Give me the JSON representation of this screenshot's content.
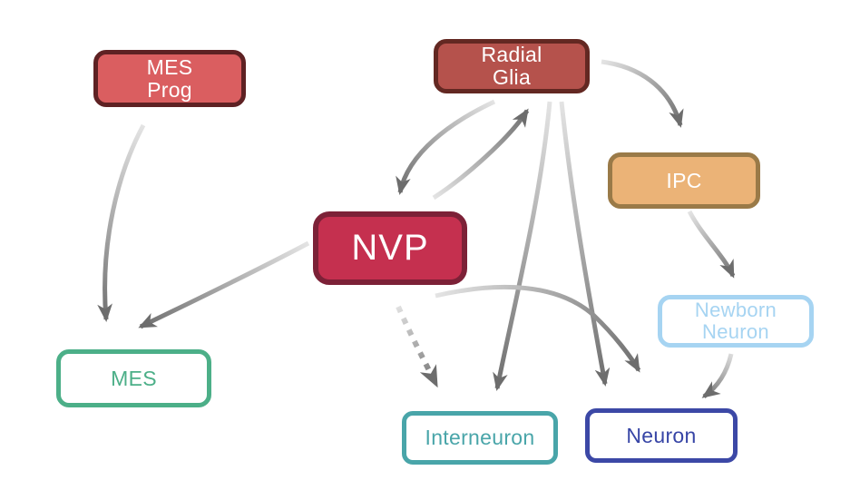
{
  "diagram": {
    "type": "cell-lineage-flowchart",
    "background_color": "#FFFFFF",
    "arrow_tail_color": "#E4E4E4",
    "arrow_head_color": "#6D6D6D",
    "nodes": {
      "mes_prog": {
        "label": "MES\nProg",
        "fill": "#DA5E60",
        "stroke": "#5E2123",
        "text_color": "#FFFFFF"
      },
      "radial_glia": {
        "label": "Radial\nGlia",
        "fill": "#B5524C",
        "stroke": "#632822",
        "text_color": "#FFFFFF"
      },
      "nvp": {
        "label": "NVP",
        "fill": "#C5304F",
        "stroke": "#7C2137",
        "text_color": "#FFFFFF"
      },
      "ipc": {
        "label": "IPC",
        "fill": "#EBB377",
        "stroke": "#9A7A48",
        "text_color": "#FFFFFF"
      },
      "mes": {
        "label": "MES",
        "fill": "#FFFFFF",
        "stroke": "#4CAF88",
        "text_color": "#4CAF88"
      },
      "newborn_neuron": {
        "label": "Newborn\nNeuron",
        "fill": "#FFFFFF",
        "stroke": "#A6D4F2",
        "text_color": "#A6D4F2"
      },
      "interneuron": {
        "label": "Interneuron",
        "fill": "#FFFFFF",
        "stroke": "#49A5A9",
        "text_color": "#49A5A9"
      },
      "neuron": {
        "label": "Neuron",
        "fill": "#FFFFFF",
        "stroke": "#3C48A6",
        "text_color": "#3745A6"
      }
    },
    "edges": [
      {
        "from": "MES Prog",
        "to": "MES",
        "style": "solid"
      },
      {
        "from": "NVP",
        "to": "MES",
        "style": "solid"
      },
      {
        "from": "Radial Glia",
        "to": "NVP",
        "style": "solid"
      },
      {
        "from": "NVP",
        "to": "Radial Glia",
        "style": "solid"
      },
      {
        "from": "Radial Glia",
        "to": "IPC",
        "style": "solid"
      },
      {
        "from": "IPC",
        "to": "Newborn Neuron",
        "style": "solid"
      },
      {
        "from": "Newborn Neuron",
        "to": "Neuron",
        "style": "solid"
      },
      {
        "from": "Radial Glia",
        "to": "Interneuron",
        "style": "solid"
      },
      {
        "from": "Radial Glia",
        "to": "Neuron",
        "style": "solid"
      },
      {
        "from": "NVP",
        "to": "Neuron",
        "style": "solid"
      },
      {
        "from": "NVP",
        "to": "Interneuron",
        "style": "dashed"
      }
    ]
  }
}
